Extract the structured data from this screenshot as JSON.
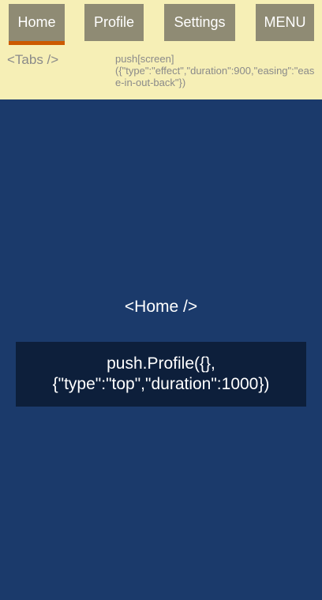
{
  "tabs": [
    {
      "label": "Home",
      "active": true
    },
    {
      "label": "Profile"
    },
    {
      "label": "Settings"
    },
    {
      "label": "MENU"
    }
  ],
  "header": {
    "tabs_component_label": "<Tabs />",
    "push_text": "push[screen]({\"type\":\"effect\",\"duration\":900,\"easing\":\"ease-in-out-back\"})"
  },
  "main": {
    "home_component_label": "<Home />",
    "push_button_label": "push.Profile({}, {\"type\":\"top\",\"duration\":1000})"
  },
  "colors": {
    "header_bg": "#f6efb6",
    "tab_bg": "#8f8b74",
    "active_indicator": "#cc5a00",
    "main_bg": "#1b3a6b",
    "button_bg": "#0d1f3b"
  }
}
